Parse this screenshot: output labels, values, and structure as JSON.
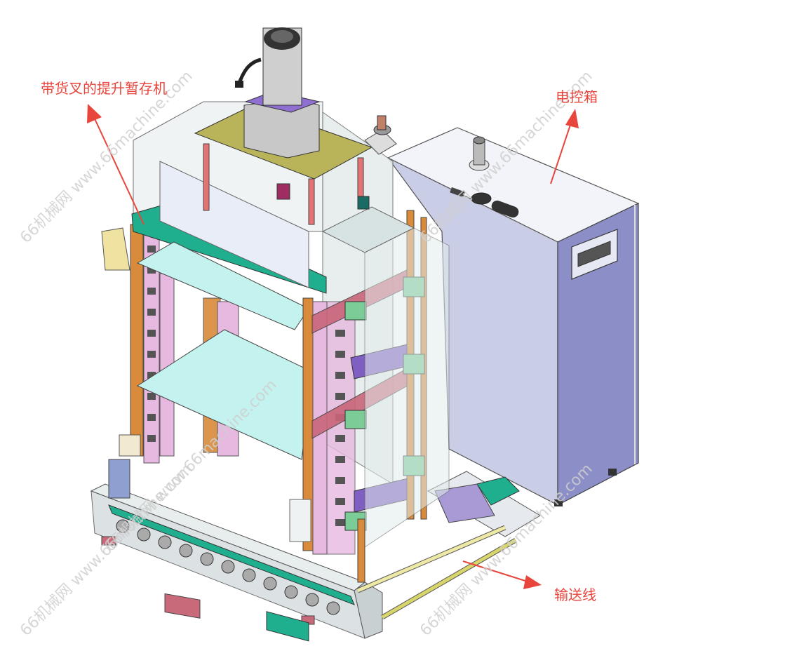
{
  "annotations": {
    "machine_label": "带货叉的提升暂存机",
    "control_box_label": "电控箱",
    "conveyor_label": "输送线",
    "label_color": "#e8453c"
  },
  "watermarks": [
    "66机械网 www.66machine.com",
    "66机械网 www.66machine.com",
    "66机械网 www.66machine.com",
    "66机械网 www.66machine.com",
    "66机械网 www.66machine.com"
  ],
  "colors": {
    "frame_orange": "#d98a3a",
    "panel_teal": "#1fae8e",
    "shelf_cyan": "#c4f2ee",
    "cabinet_lavender": "#9d9dcf",
    "purple_bracket": "#7f5fc2",
    "pink_rail": "#e7b9e0",
    "motor_plate": "#b9b35a",
    "guard_glass": "#e2ecec"
  }
}
